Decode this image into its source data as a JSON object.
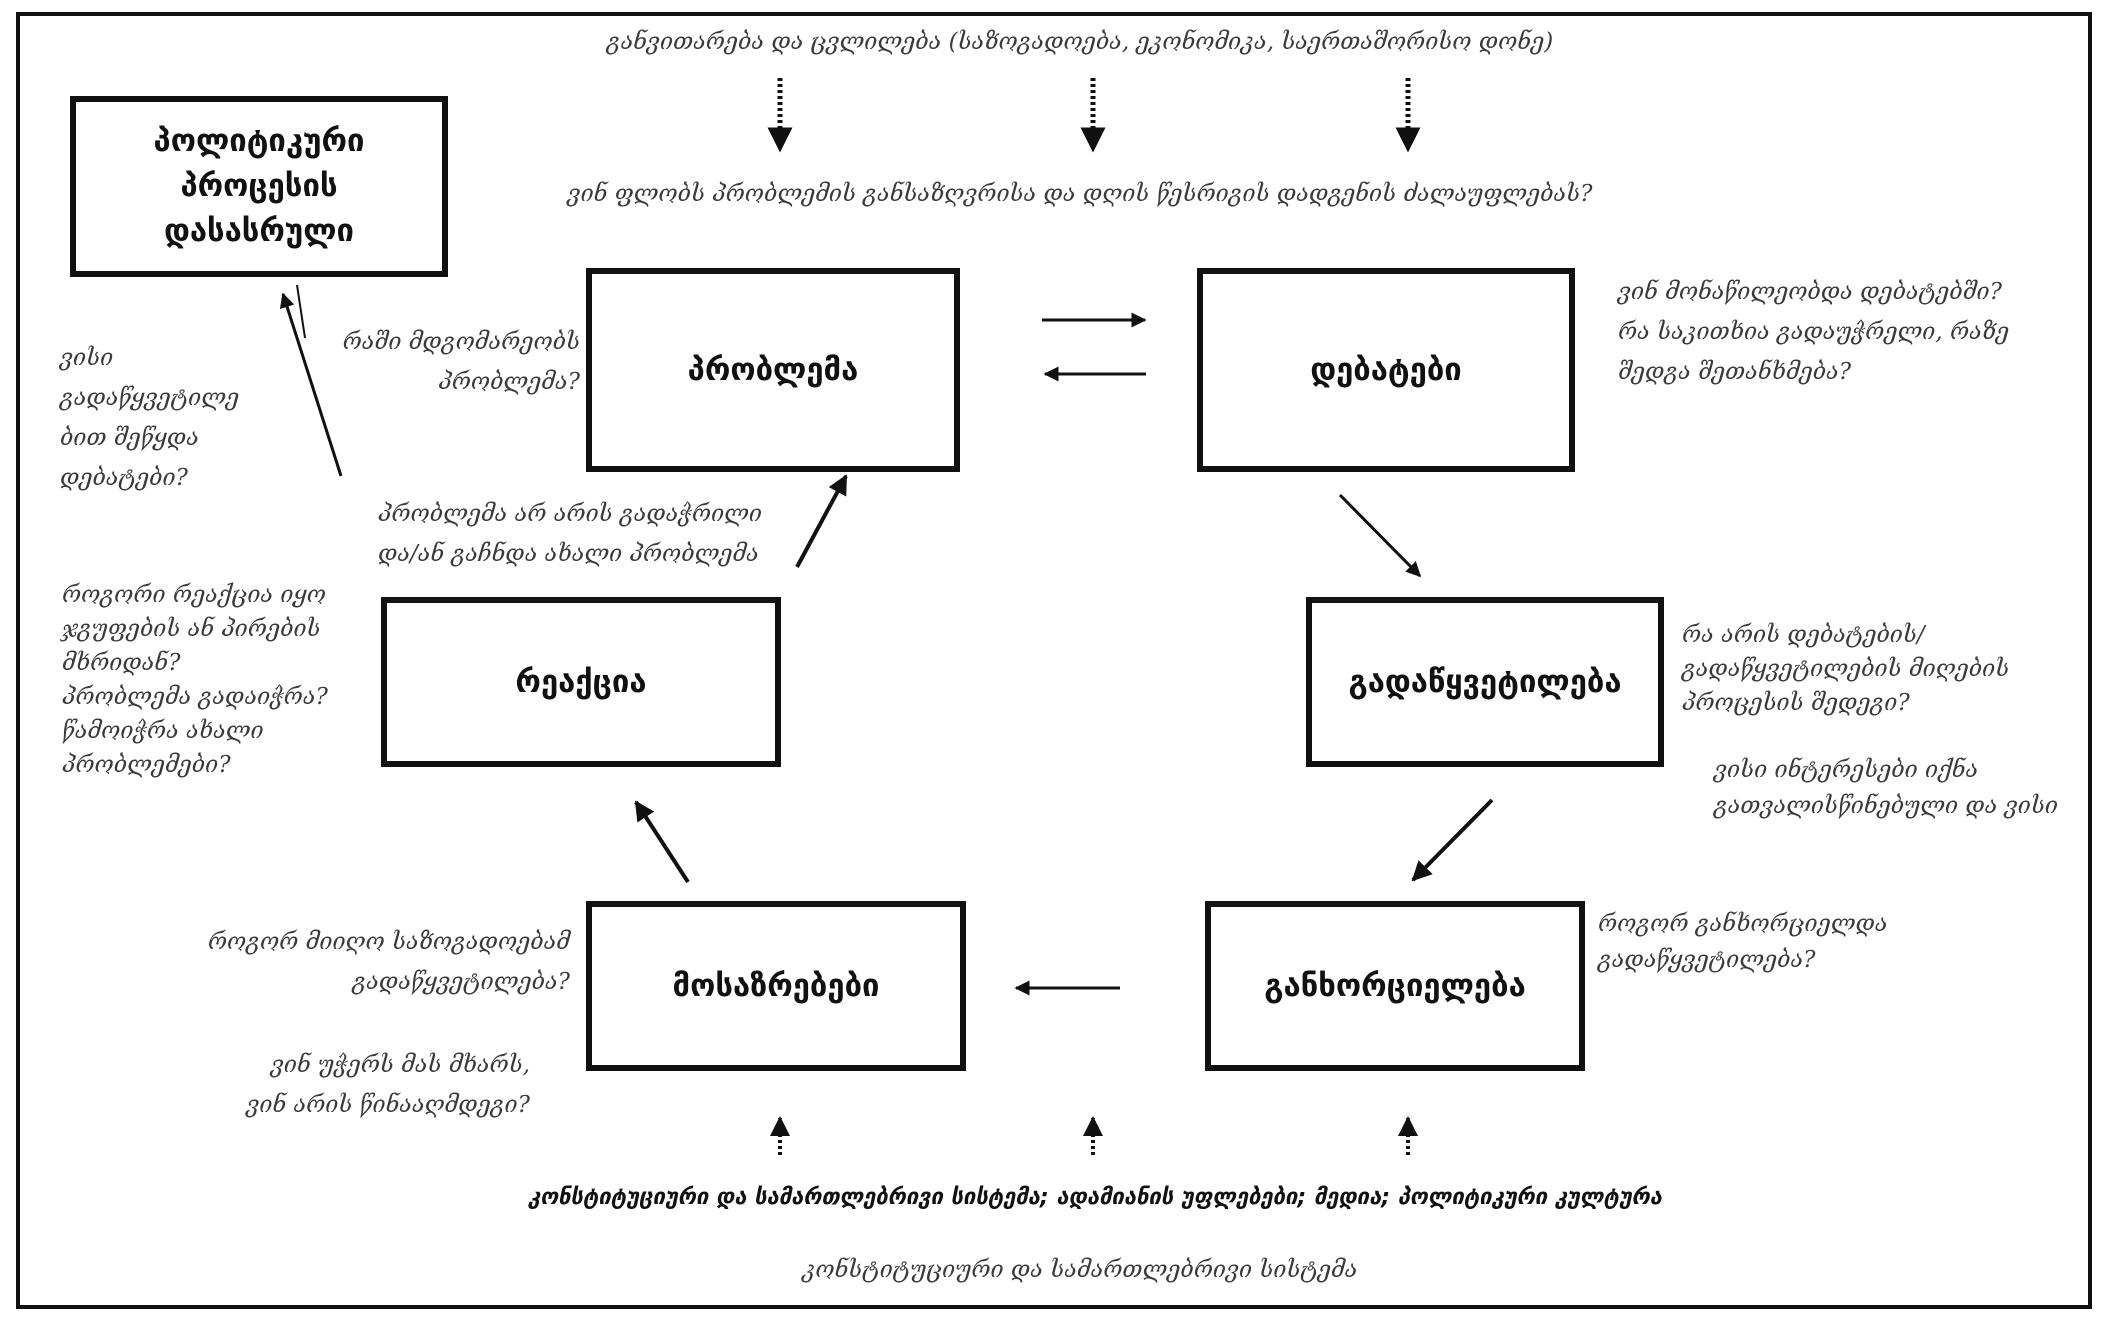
{
  "top_text": "განვითარება და ცვლილება (საზოგადოება, ეკონომიკა, საერთაშორისო დონე)",
  "question_power": "ვინ ფლობს პრობლემის განსაზღვრისა და დღის წესრიგის დადგენის ძალაუფლებას?",
  "bottom_bold": "კონსტიტუციური და სამართლებრივი სისტემა; ადამიანის უფლებები; მედია; პოლიტიკური კულტურა",
  "bottom_text": "კონსტიტუციური და სამართლებრივი სისტემა",
  "boxes": {
    "end": [
      "პოლიტიკური",
      "პროცესის",
      "დასასრული"
    ],
    "problem": "პრობლემა",
    "debates": "დებატები",
    "decision": "გადაწყვეტილება",
    "implementation": "განხორციელება",
    "opinions": "მოსაზრებები",
    "reaction": "რეაქცია"
  },
  "notes": {
    "end_question": [
      "ვისი",
      "გადაწყვეტილე",
      "ბით შეწყდა",
      "დებატები?"
    ],
    "problem_question": [
      "რაში მდგომარეობს",
      "პრობლემა?"
    ],
    "debates_question": [
      "ვინ მონაწილეობდა დებატებში?",
      "რა საკითხია გადაუჭრელი, რაზე",
      "შედგა შეთანხმება?"
    ],
    "problem_status": [
      "პრობლემა არ არის გადაჭრილი",
      "და/ან გაჩნდა ახალი პრობლემა"
    ],
    "reaction_question": [
      "როგორი რეაქცია იყო",
      "ჯგუფების ან პირების",
      "მხრიდან?",
      "პრობლემა გადაიჭრა?",
      "წამოიჭრა ახალი",
      "პრობლემები?"
    ],
    "decision_question": [
      "რა არის დებატების/",
      "გადაწყვეტილების მიღების",
      "პროცესის შედეგი?"
    ],
    "interests_question": [
      "ვისი ინტერესები იქნა",
      "გათვალისწინებული და ვისი"
    ],
    "implementation_question": [
      "როგორ განხორციელდა",
      "გადაწყვეტილება?"
    ],
    "opinions_question": [
      "როგორ მიიღო  საზოგადოებამ",
      "გადაწყვეტილება?"
    ],
    "support_question": [
      "ვინ უჭერს მას მხარს,",
      "ვინ არის წინააღმდეგი?"
    ]
  }
}
